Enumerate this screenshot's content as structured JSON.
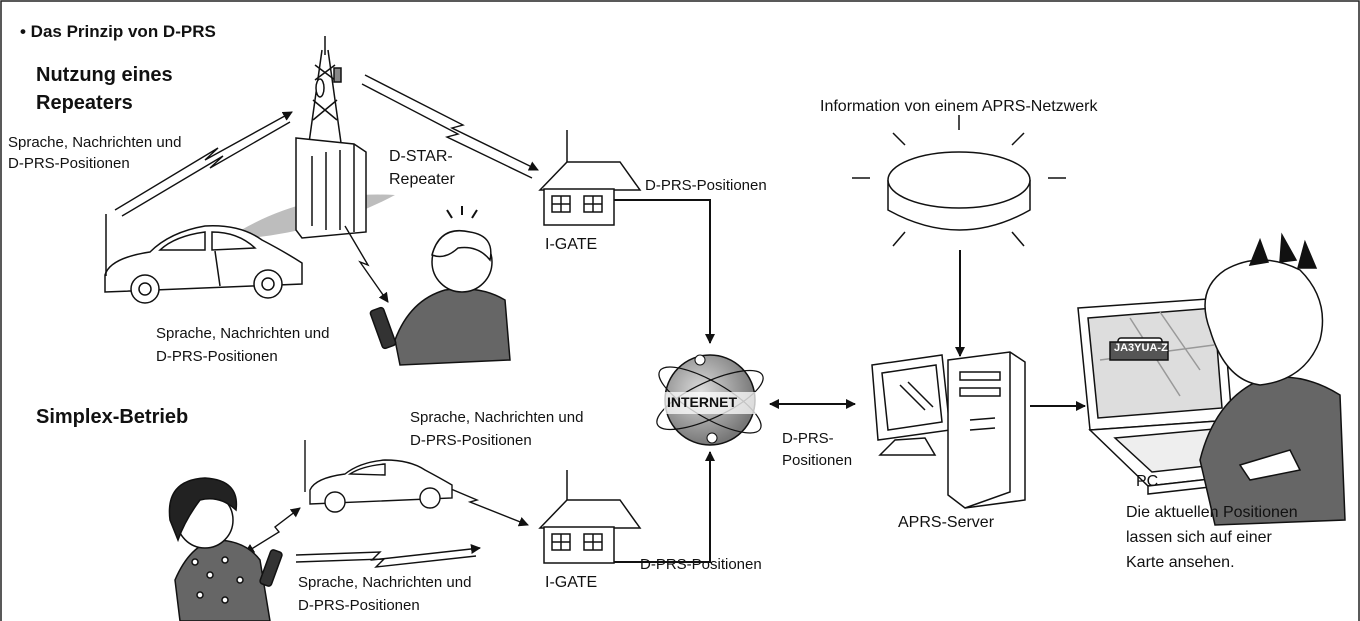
{
  "title": "• Das Prinzip von D-PRS",
  "heading_repeater_line1": "Nutzung eines",
  "heading_repeater_line2": "Repeaters",
  "heading_simplex": "Simplex-Betrieb",
  "info_aprs_network": "Information von einem APRS-Netzwerk",
  "repeater_label_line1": "D-STAR-",
  "repeater_label_line2": "Repeater",
  "car_uplink_line1": "Sprache, Nachrichten und",
  "car_uplink_line2": "D-PRS-Positionen",
  "handheld_downlink_line1": "Sprache, Nachrichten und",
  "handheld_downlink_line2": "D-PRS-Positionen",
  "simplex_upper_line1": "Sprache, Nachrichten und",
  "simplex_upper_line2": "D-PRS-Positionen",
  "simplex_lower_line1": "Sprache, Nachrichten und",
  "simplex_lower_line2": "D-PRS-Positionen",
  "igate_top_label": "I-GATE",
  "igate_bottom_label": "I-GATE",
  "igate_top_link": "D-PRS-Positionen",
  "igate_bottom_link": "D-PRS-Positionen",
  "internet_label": "INTERNET",
  "server_link_line1": "D-PRS-",
  "server_link_line2": "Positionen",
  "aprs_server_label": "APRS-Server",
  "pc_label": "PC",
  "callsign": "JA3YUA-Z",
  "pc_caption_line1": "Die aktuellen Positionen",
  "pc_caption_line2": "lassen sich auf einer",
  "pc_caption_line3": "Karte ansehen."
}
